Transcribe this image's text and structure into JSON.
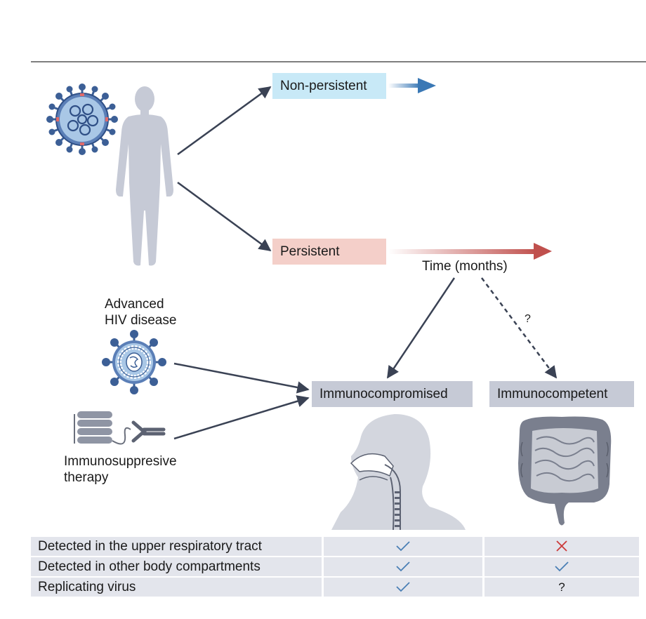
{
  "nodes": {
    "non_persistent": "Non-persistent",
    "persistent": "Persistent",
    "time_label": "Time (months)",
    "uncertain_path_label": "?",
    "immunocompromised": "Immunocompromised",
    "immunocompetent": "Immunocompetent",
    "advanced_hiv_line1": "Advanced",
    "advanced_hiv_line2": "HIV disease",
    "immunosuppressive_line1": "Immunosuppresive",
    "immunosuppressive_line2": "therapy"
  },
  "table": {
    "rows": [
      {
        "feature": "Detected in the upper respiratory tract",
        "immunocompromised": "check",
        "immunocompetent": "cross"
      },
      {
        "feature": "Detected in other body compartments",
        "immunocompromised": "check",
        "immunocompetent": "check"
      },
      {
        "feature": "Replicating virus",
        "immunocompromised": "check",
        "immunocompetent": "?"
      }
    ]
  },
  "colors": {
    "non_persistent_box": "#c8e9f7",
    "persistent_box": "#f4cfc9",
    "category_box": "#c6cad6",
    "table_row": "#e3e5ec",
    "check": "#4a7fb5",
    "cross": "#cc3a3a",
    "arrow": "#3a4254",
    "blue_arrow": "#3a78b5",
    "red_arrow": "#c0504d"
  },
  "icons": [
    "coronavirus-icon",
    "human-silhouette-icon",
    "hiv-virus-icon",
    "antibody-icon",
    "protein-icon",
    "head-airway-icon",
    "intestine-icon",
    "check-icon",
    "cross-icon"
  ]
}
